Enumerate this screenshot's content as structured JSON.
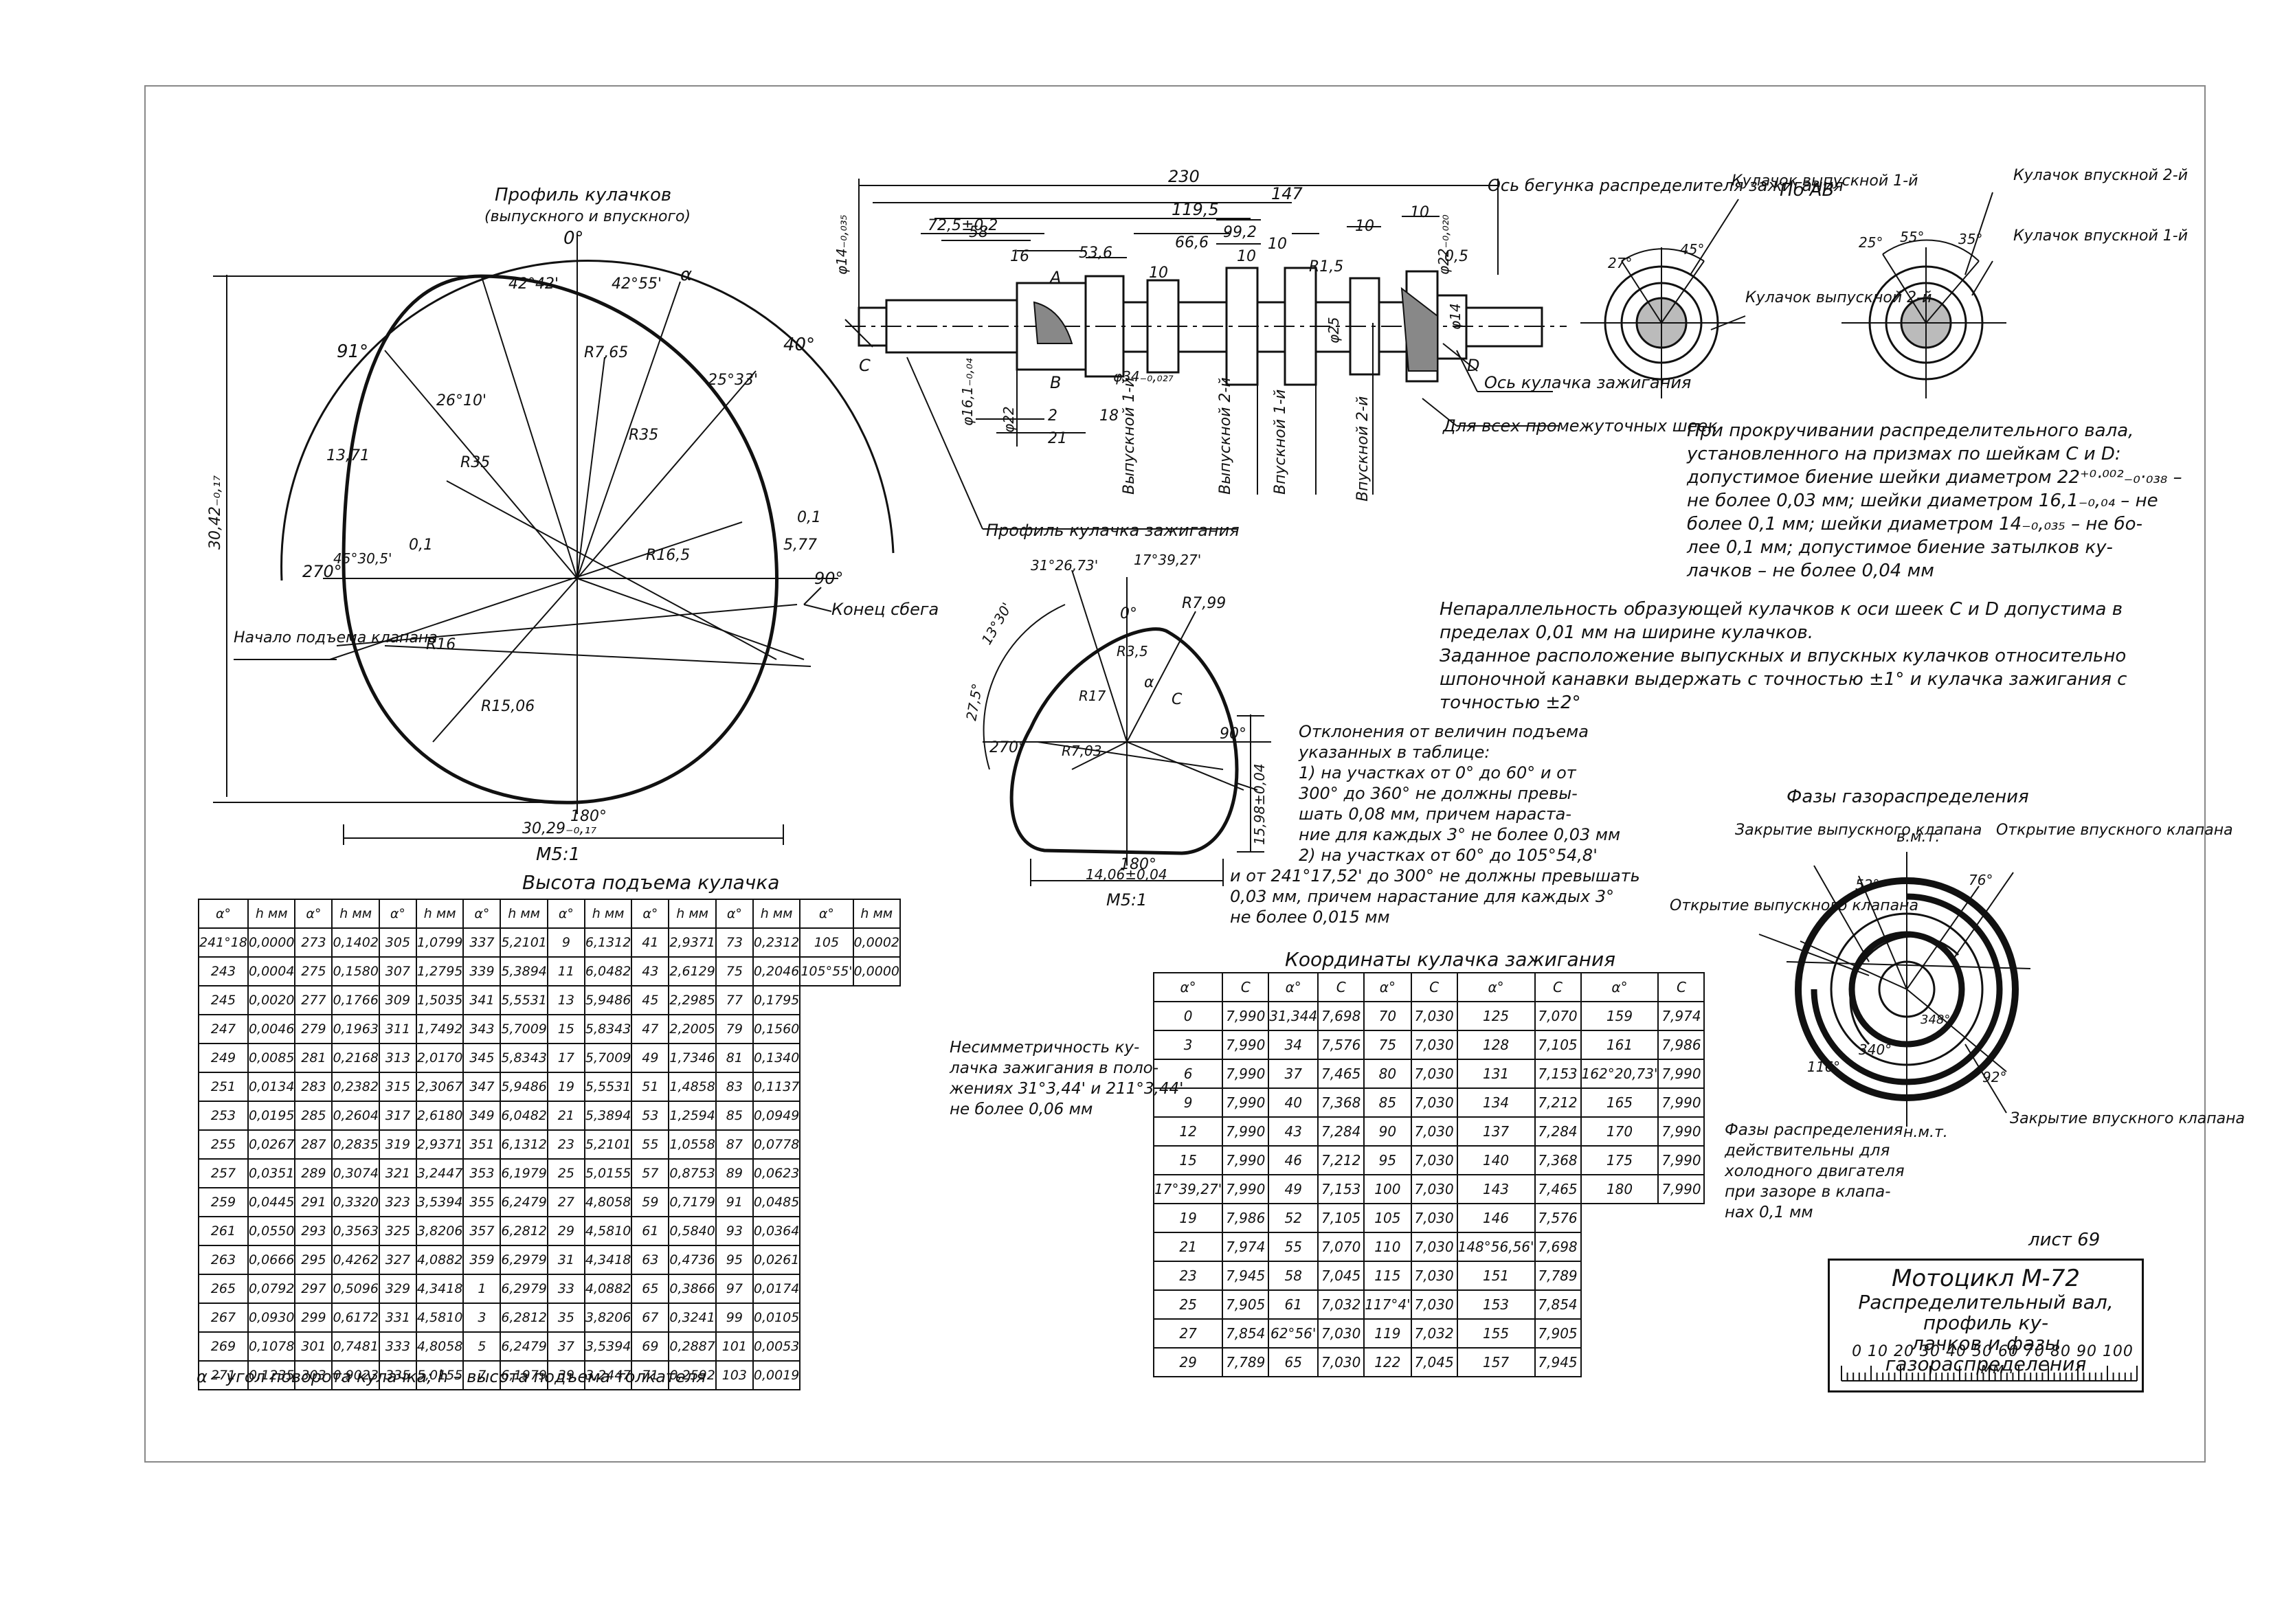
{
  "cam_profile": {
    "title_line1": "Профиль кулачков",
    "title_line2": "(выпускного и впускного)",
    "scale": "М5:1",
    "labels": {
      "zero": "0°",
      "a1": "42°42'",
      "a2": "42°55'",
      "alpha": "α",
      "d40": "40°",
      "d91": "91°",
      "a3": "26°10'",
      "a4": "25°33'",
      "r765": "R7,65",
      "r35a": "R35",
      "r35b": "R35",
      "r165": "R16,5",
      "r16": "R16",
      "r1506": "R15,06",
      "d1371": "13,71",
      "d4515": "45°30,5'",
      "d01a": "0,1",
      "d01b": "0,1",
      "d577": "5,77",
      "d270": "270°",
      "d90": "90°",
      "d180": "180°",
      "height": "30,42₋₀,₁₇",
      "width": "30,29₋₀,₁₇",
      "start_lift": "Начало подъема клапана",
      "end_ramp": "Конец сбега"
    }
  },
  "shaft": {
    "callouts": {
      "axis_runout": "Ось бегунка распределителя зажигания",
      "ign_cam_axis": "Ось кулачка зажигания",
      "all_journals": "Для всех промежуточных шеек",
      "ign_profile": "Профиль кулачка зажигания"
    },
    "dims": {
      "d230": "230",
      "d147": "147",
      "d1195": "119,5",
      "d725": "72,5±0,2",
      "d58": "58",
      "d16": "16",
      "d536": "53,6",
      "d666": "66,6",
      "d992": "99,2",
      "d10a": "10",
      "d10b": "10",
      "d10c": "10",
      "d10d": "10",
      "d10e": "10",
      "dR15": "R1,5",
      "d05": "0,5",
      "d2": "2",
      "d21": "21",
      "d18": "18",
      "dia14a": "φ14₋₀,₀₃₅",
      "dia22a": "φ22₋₀,₀₂₀",
      "dia161": "φ16,1₋₀,₀₄",
      "dia22b": "φ22",
      "dia34": "φ34₋₀,₀₂₇",
      "dia25": "φ25",
      "dia14b": "φ14",
      "A": "A",
      "B": "B",
      "C": "C",
      "D": "D"
    },
    "journals": [
      "Выпускной 1-й",
      "Выпускной 2-й",
      "Впускной 1-й",
      "Впускной 2-й"
    ]
  },
  "section_ab": {
    "title": "По AB",
    "lbl_ex1": "Кулачок выпускной 1-й",
    "lbl_in2": "Кулачок впускной 2-й",
    "lbl_in1": "Кулачок впускной 1-й",
    "lbl_ex2": "Кулачок выпускной 2-й",
    "a27": "27°",
    "a45": "45°",
    "a25": "25°",
    "a55": "55°",
    "a35": "35°"
  },
  "notes": {
    "runout": [
      "При прокручивании распределительного вала,",
      "установленного на призмах по шейкам C и D:",
      "допустимое биение шейки диаметром 22⁺⁰·⁰⁰²₋₀·₀₃₈ –",
      "не более 0,03 мм; шейки диаметром 16,1₋₀,₀₄ – не",
      "более 0,1 мм; шейки диаметром 14₋₀,₀₃₅ – не бо-",
      "лее 0,1 мм; допустимое биение затылков ку-",
      "лачков – не более 0,04 мм"
    ],
    "parallel": [
      "Непараллельность образующей кулачков к оси шеек C и D допустима в",
      "пределах 0,01 мм на ширине кулачков.",
      "Заданное расположение выпускных и впускных кулачков относительно",
      "шпоночной канавки выдержать с точностью ±1° и кулачка зажигания с",
      "точностью ±2°"
    ],
    "deviation": [
      "Отклонения от величин подъема",
      "указанных в таблице:",
      "1) на участках от 0° до 60° и от",
      "300° до 360° не должны превы-",
      "шать 0,08 мм, причем нараста-",
      "ние для каждых 3° не более 0,03 мм",
      "2) на участках от 60° до 105°54,8'",
      "и от 241°17,52' до 300° не должны превышать",
      "0,03 мм, причем нарастание для каждых 3°",
      "не более 0,015 мм"
    ],
    "asymmetry": [
      "Несимметричность ку-",
      "лачка зажигания в поло-",
      "жениях 31°3,44' и 211°3,44'",
      "не более 0,06 мм"
    ]
  },
  "ign_cam": {
    "labels": {
      "a1": "31°26,73'",
      "a2": "17°39,27'",
      "a3": "13°30'",
      "a4": "27,5°",
      "zero": "0°",
      "r799": "R7,99",
      "r35": "R3,5",
      "r17": "R17",
      "r703": "R7,03",
      "alpha": "α",
      "C": "C",
      "d270": "270°",
      "d90": "90°",
      "d180": "180°",
      "h1598": "15,98±0,04",
      "w1406": "14,06±0,04",
      "scale": "М5:1"
    }
  },
  "phases": {
    "title": "Фазы газораспределения",
    "tdc": "в.м.т.",
    "bdc": "н.м.т.",
    "close_ex": "Закрытие выпускного клапана",
    "open_in": "Открытие впускного клапана",
    "open_ex": "Открытие выпускного клапана",
    "close_in": "Закрытие впускного клапана",
    "a52": "52°",
    "a76": "76°",
    "a116": "116°",
    "a92": "92°",
    "a340": "340°",
    "a348": "348°",
    "note": [
      "Фазы распределения",
      "действительны для",
      "холодного двигателя",
      "при зазоре в клапа-",
      "нах 0,1 мм"
    ]
  },
  "lift_table": {
    "title": "Высота подъема кулачка",
    "header": [
      "α°",
      "h мм"
    ],
    "groups": [
      [
        [
          "241°18",
          "0,0000"
        ],
        [
          "243",
          "0,0004"
        ],
        [
          "245",
          "0,0020"
        ],
        [
          "247",
          "0,0046"
        ],
        [
          "249",
          "0,0085"
        ],
        [
          "251",
          "0,0134"
        ],
        [
          "253",
          "0,0195"
        ],
        [
          "255",
          "0,0267"
        ],
        [
          "257",
          "0,0351"
        ],
        [
          "259",
          "0,0445"
        ],
        [
          "261",
          "0,0550"
        ],
        [
          "263",
          "0,0666"
        ],
        [
          "265",
          "0,0792"
        ],
        [
          "267",
          "0,0930"
        ],
        [
          "269",
          "0,1078"
        ],
        [
          "271",
          "0,1235"
        ]
      ],
      [
        [
          "273",
          "0,1402"
        ],
        [
          "275",
          "0,1580"
        ],
        [
          "277",
          "0,1766"
        ],
        [
          "279",
          "0,1963"
        ],
        [
          "281",
          "0,2168"
        ],
        [
          "283",
          "0,2382"
        ],
        [
          "285",
          "0,2604"
        ],
        [
          "287",
          "0,2835"
        ],
        [
          "289",
          "0,3074"
        ],
        [
          "291",
          "0,3320"
        ],
        [
          "293",
          "0,3563"
        ],
        [
          "295",
          "0,4262"
        ],
        [
          "297",
          "0,5096"
        ],
        [
          "299",
          "0,6172"
        ],
        [
          "301",
          "0,7481"
        ],
        [
          "303",
          "0,9023"
        ]
      ],
      [
        [
          "305",
          "1,0799"
        ],
        [
          "307",
          "1,2795"
        ],
        [
          "309",
          "1,5035"
        ],
        [
          "311",
          "1,7492"
        ],
        [
          "313",
          "2,0170"
        ],
        [
          "315",
          "2,3067"
        ],
        [
          "317",
          "2,6180"
        ],
        [
          "319",
          "2,9371"
        ],
        [
          "321",
          "3,2447"
        ],
        [
          "323",
          "3,5394"
        ],
        [
          "325",
          "3,8206"
        ],
        [
          "327",
          "4,0882"
        ],
        [
          "329",
          "4,3418"
        ],
        [
          "331",
          "4,5810"
        ],
        [
          "333",
          "4,8058"
        ],
        [
          "335",
          "5,0155"
        ]
      ],
      [
        [
          "337",
          "5,2101"
        ],
        [
          "339",
          "5,3894"
        ],
        [
          "341",
          "5,5531"
        ],
        [
          "343",
          "5,7009"
        ],
        [
          "345",
          "5,8343"
        ],
        [
          "347",
          "5,9486"
        ],
        [
          "349",
          "6,0482"
        ],
        [
          "351",
          "6,1312"
        ],
        [
          "353",
          "6,1979"
        ],
        [
          "355",
          "6,2479"
        ],
        [
          "357",
          "6,2812"
        ],
        [
          "359",
          "6,2979"
        ],
        [
          "1",
          "6,2979"
        ],
        [
          "3",
          "6,2812"
        ],
        [
          "5",
          "6,2479"
        ],
        [
          "7",
          "6,1979"
        ]
      ],
      [
        [
          "9",
          "6,1312"
        ],
        [
          "11",
          "6,0482"
        ],
        [
          "13",
          "5,9486"
        ],
        [
          "15",
          "5,8343"
        ],
        [
          "17",
          "5,7009"
        ],
        [
          "19",
          "5,5531"
        ],
        [
          "21",
          "5,3894"
        ],
        [
          "23",
          "5,2101"
        ],
        [
          "25",
          "5,0155"
        ],
        [
          "27",
          "4,8058"
        ],
        [
          "29",
          "4,5810"
        ],
        [
          "31",
          "4,3418"
        ],
        [
          "33",
          "4,0882"
        ],
        [
          "35",
          "3,8206"
        ],
        [
          "37",
          "3,5394"
        ],
        [
          "39",
          "3,2447"
        ]
      ],
      [
        [
          "41",
          "2,9371"
        ],
        [
          "43",
          "2,6129"
        ],
        [
          "45",
          "2,2985"
        ],
        [
          "47",
          "2,2005"
        ],
        [
          "49",
          "1,7346"
        ],
        [
          "51",
          "1,4858"
        ],
        [
          "53",
          "1,2594"
        ],
        [
          "55",
          "1,0558"
        ],
        [
          "57",
          "0,8753"
        ],
        [
          "59",
          "0,7179"
        ],
        [
          "61",
          "0,5840"
        ],
        [
          "63",
          "0,4736"
        ],
        [
          "65",
          "0,3866"
        ],
        [
          "67",
          "0,3241"
        ],
        [
          "69",
          "0,2887"
        ],
        [
          "71",
          "0,2592"
        ]
      ],
      [
        [
          "73",
          "0,2312"
        ],
        [
          "75",
          "0,2046"
        ],
        [
          "77",
          "0,1795"
        ],
        [
          "79",
          "0,1560"
        ],
        [
          "81",
          "0,1340"
        ],
        [
          "83",
          "0,1137"
        ],
        [
          "85",
          "0,0949"
        ],
        [
          "87",
          "0,0778"
        ],
        [
          "89",
          "0,0623"
        ],
        [
          "91",
          "0,0485"
        ],
        [
          "93",
          "0,0364"
        ],
        [
          "95",
          "0,0261"
        ],
        [
          "97",
          "0,0174"
        ],
        [
          "99",
          "0,0105"
        ],
        [
          "101",
          "0,0053"
        ],
        [
          "103",
          "0,0019"
        ]
      ],
      [
        [
          "105",
          "0,0002"
        ],
        [
          "105°55'",
          "0,0000"
        ]
      ]
    ],
    "legend": "α – угол поворота кулачка; h – высота подъема толкателя"
  },
  "ign_table": {
    "title": "Координаты кулачка зажигания",
    "header": [
      "α°",
      "C"
    ],
    "groups": [
      [
        [
          "0",
          "7,990"
        ],
        [
          "3",
          "7,990"
        ],
        [
          "6",
          "7,990"
        ],
        [
          "9",
          "7,990"
        ],
        [
          "12",
          "7,990"
        ],
        [
          "15",
          "7,990"
        ],
        [
          "17°39,27'",
          "7,990"
        ],
        [
          "19",
          "7,986"
        ],
        [
          "21",
          "7,974"
        ],
        [
          "23",
          "7,945"
        ],
        [
          "25",
          "7,905"
        ],
        [
          "27",
          "7,854"
        ],
        [
          "29",
          "7,789"
        ]
      ],
      [
        [
          "31,344",
          "7,698"
        ],
        [
          "34",
          "7,576"
        ],
        [
          "37",
          "7,465"
        ],
        [
          "40",
          "7,368"
        ],
        [
          "43",
          "7,284"
        ],
        [
          "46",
          "7,212"
        ],
        [
          "49",
          "7,153"
        ],
        [
          "52",
          "7,105"
        ],
        [
          "55",
          "7,070"
        ],
        [
          "58",
          "7,045"
        ],
        [
          "61",
          "7,032"
        ],
        [
          "62°56'",
          "7,030"
        ],
        [
          "65",
          "7,030"
        ]
      ],
      [
        [
          "70",
          "7,030"
        ],
        [
          "75",
          "7,030"
        ],
        [
          "80",
          "7,030"
        ],
        [
          "85",
          "7,030"
        ],
        [
          "90",
          "7,030"
        ],
        [
          "95",
          "7,030"
        ],
        [
          "100",
          "7,030"
        ],
        [
          "105",
          "7,030"
        ],
        [
          "110",
          "7,030"
        ],
        [
          "115",
          "7,030"
        ],
        [
          "117°4'",
          "7,030"
        ],
        [
          "119",
          "7,032"
        ],
        [
          "122",
          "7,045"
        ]
      ],
      [
        [
          "125",
          "7,070"
        ],
        [
          "128",
          "7,105"
        ],
        [
          "131",
          "7,153"
        ],
        [
          "134",
          "7,212"
        ],
        [
          "137",
          "7,284"
        ],
        [
          "140",
          "7,368"
        ],
        [
          "143",
          "7,465"
        ],
        [
          "146",
          "7,576"
        ],
        [
          "148°56,56'",
          "7,698"
        ],
        [
          "151",
          "7,789"
        ],
        [
          "153",
          "7,854"
        ],
        [
          "155",
          "7,905"
        ],
        [
          "157",
          "7,945"
        ]
      ],
      [
        [
          "159",
          "7,974"
        ],
        [
          "161",
          "7,986"
        ],
        [
          "162°20,73'",
          "7,990"
        ],
        [
          "165",
          "7,990"
        ],
        [
          "170",
          "7,990"
        ],
        [
          "175",
          "7,990"
        ],
        [
          "180",
          "7,990"
        ]
      ]
    ]
  },
  "title_block": {
    "sheet": "лист 69",
    "title": "Мотоцикл М-72",
    "sub1": "Распределительный вал, профиль ку-",
    "sub2": "лачков и фазы газораспределения",
    "scale_ruler": "0 10 20 30 40 50 60 70 80 90 100 мм"
  }
}
